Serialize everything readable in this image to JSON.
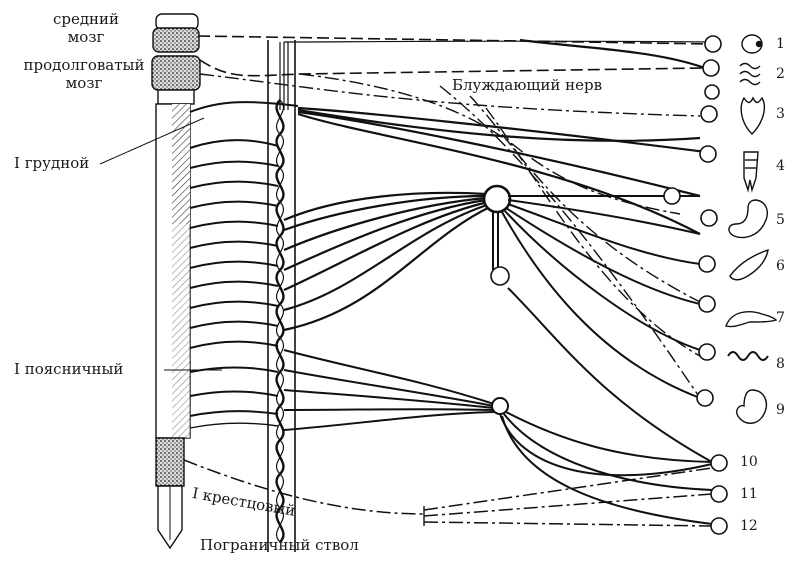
{
  "labels": {
    "midbrain_1": "средний",
    "midbrain_2": "мозг",
    "medulla_1": "продолговатый",
    "medulla_2": "мозг",
    "vagus": "Блуждающий нерв",
    "thoracic": "I грудной",
    "lumbar": "I поясничный",
    "sacral": "I крестцовый",
    "trunk": "Пограничный ствол"
  },
  "organ_numbers": [
    "1",
    "2",
    "3",
    "4",
    "5",
    "6",
    "7",
    "8",
    "9",
    "10",
    "11",
    "12"
  ]
}
